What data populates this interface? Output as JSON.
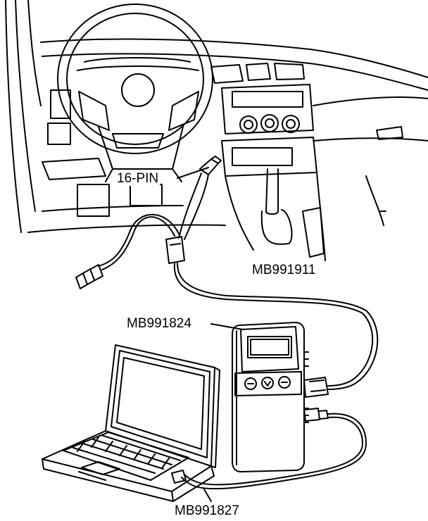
{
  "labels": {
    "connector": "16-PIN",
    "cable_main": "MB991911",
    "interface_unit": "MB991824",
    "usb_cable": "MB991827"
  },
  "colors": {
    "line": "#000000",
    "background": "#ffffff"
  }
}
